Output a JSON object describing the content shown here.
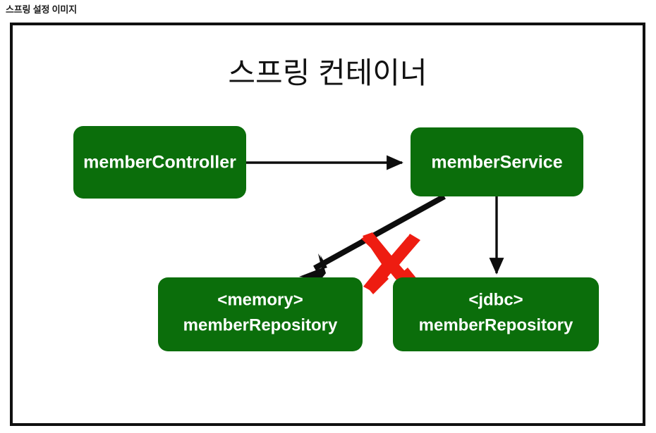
{
  "page": {
    "heading": "스프링 설정 이미지"
  },
  "diagram": {
    "title": "스프링 컨테이너",
    "frame_color": "#101010",
    "node_fill": "#0b6e0b",
    "node_text_color": "#ffffff",
    "edge_color": "#0d0d0d",
    "cross_color": "#ee1c11",
    "nodes": [
      {
        "id": "memberController",
        "label": "memberController",
        "line1": "memberController",
        "line2": ""
      },
      {
        "id": "memberService",
        "label": "memberService",
        "line1": "memberService",
        "line2": ""
      },
      {
        "id": "memoryMemberRepository",
        "label": "<memory> memberRepository",
        "line1": "<memory>",
        "line2": "memberRepository"
      },
      {
        "id": "jdbcMemberRepository",
        "label": "<jdbc> memberRepository",
        "line1": "<jdbc>",
        "line2": "memberRepository"
      }
    ],
    "edges": [
      {
        "id": "controller-to-service",
        "from": "memberController",
        "to": "memberService",
        "style": "thin",
        "crossed_out": "false"
      },
      {
        "id": "service-to-memory",
        "from": "memberService",
        "to": "memoryMemberRepository",
        "style": "thick",
        "crossed_out": "true"
      },
      {
        "id": "service-to-jdbc",
        "from": "memberService",
        "to": "jdbcMemberRepository",
        "style": "thin",
        "crossed_out": "false"
      }
    ],
    "annotations": [
      {
        "id": "disabled-wiring-cross",
        "symbol": "X",
        "meaning": "crossed-out-connection"
      }
    ]
  }
}
